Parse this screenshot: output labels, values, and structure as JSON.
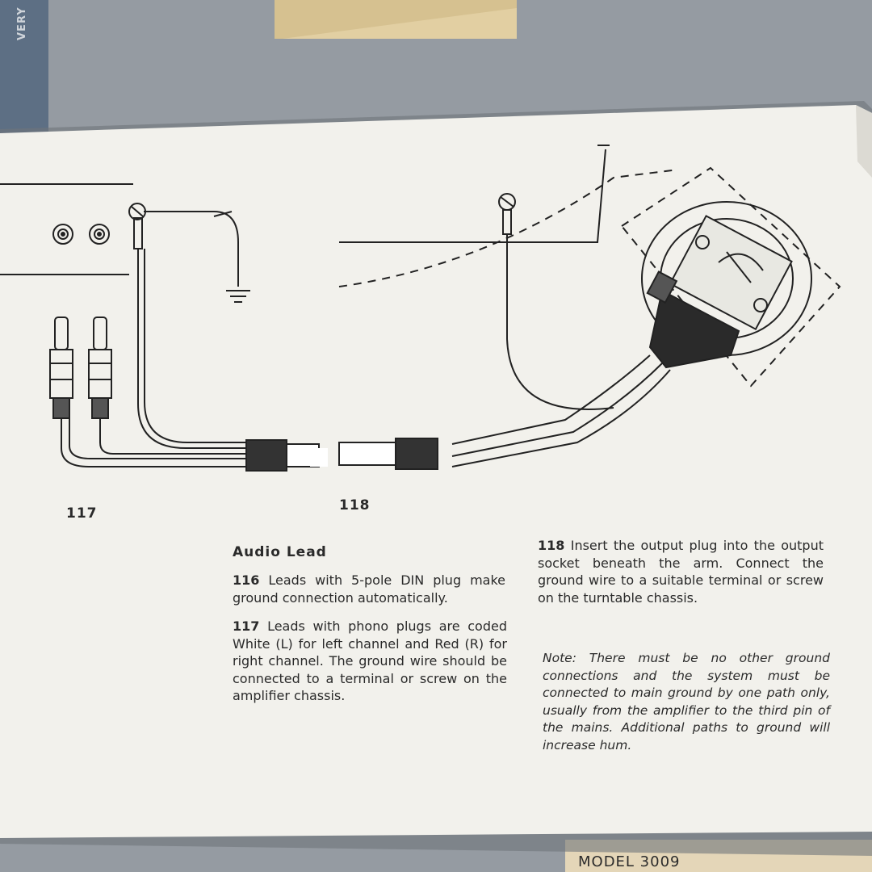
{
  "figures": {
    "fig117": "117",
    "fig118": "118"
  },
  "heading": "Audio Lead",
  "para116": {
    "num": "116",
    "text": "Leads with 5-pole DIN plug make ground connection automatically."
  },
  "para117": {
    "num": "117",
    "text": "Leads with phono plugs are coded White (L) for left channel and Red (R) for right channel. The ground wire should be connected to a terminal or screw on the amplifier chassis."
  },
  "para118": {
    "num": "118",
    "text": "Insert the output plug into the output socket beneath the arm. Connect the ground wire to a suitable terminal or screw on the turntable chassis."
  },
  "note": "Note: There must be no other ground connections and the system must be connected to main ground by one path only, usually from the amplifier to the third pin of the mains. Additional paths to ground will increase hum.",
  "model_label": "MODEL 3009",
  "spine_text": "VERY"
}
